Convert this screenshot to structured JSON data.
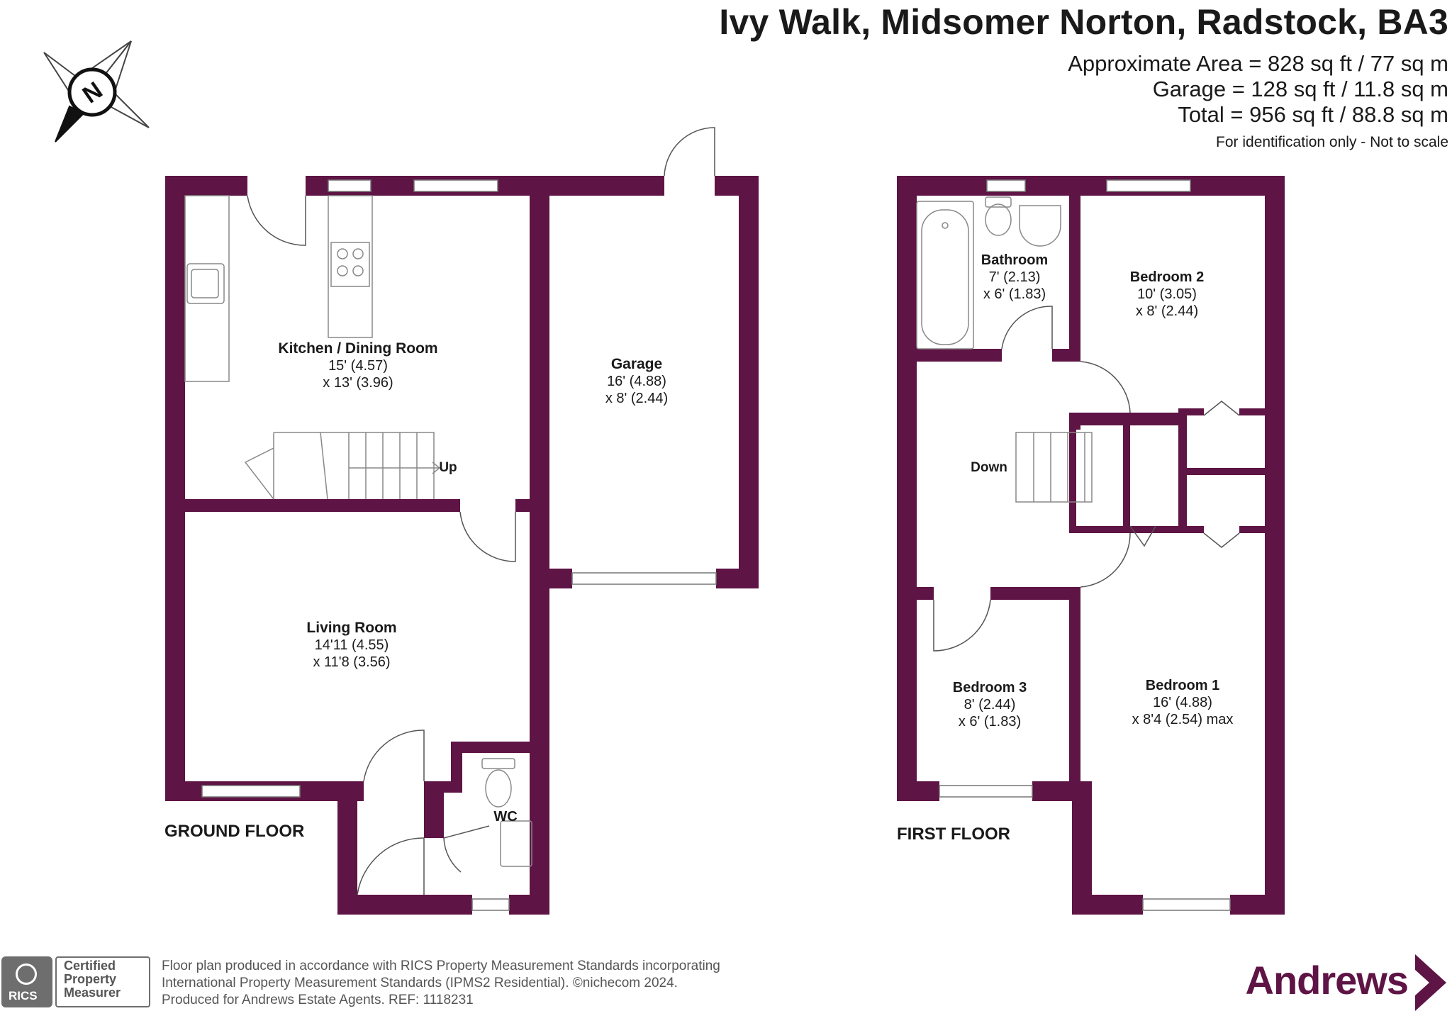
{
  "title": "Ivy Walk, Midsomer Norton, Radstock, BA3",
  "areas": {
    "approximate": "Approximate Area = 828 sq ft / 77 sq m",
    "garage": "Garage = 128 sq ft / 11.8 sq m",
    "total": "Total = 956 sq ft / 88.8 sq m",
    "note": "For identification only - Not to scale"
  },
  "compass": {
    "label": "N",
    "icon": "compass-north-icon"
  },
  "colors": {
    "wall": "#5e1444",
    "window": "#ffffff",
    "fixture": "#888888",
    "text": "#1a1a1a"
  },
  "ground_floor": {
    "label": "GROUND FLOOR",
    "rooms": [
      {
        "name": "Kitchen / Dining Room",
        "dim1": "15' (4.57)",
        "dim2": "x 13' (3.96)"
      },
      {
        "name": "Garage",
        "dim1": "16' (4.88)",
        "dim2": "x 8' (2.44)"
      },
      {
        "name": "Living Room",
        "dim1": "14'11 (4.55)",
        "dim2": "x 11'8 (3.56)"
      },
      {
        "name": "WC"
      }
    ],
    "stair_label": "Up"
  },
  "first_floor": {
    "label": "FIRST FLOOR",
    "rooms": [
      {
        "name": "Bathroom",
        "dim1": "7' (2.13)",
        "dim2": "x 6' (1.83)"
      },
      {
        "name": "Bedroom 2",
        "dim1": "10' (3.05)",
        "dim2": "x 8' (2.44)"
      },
      {
        "name": "Bedroom 3",
        "dim1": "8' (2.44)",
        "dim2": "x 6' (1.83)"
      },
      {
        "name": "Bedroom 1",
        "dim1": "16' (4.88)",
        "dim2": "x 8'4 (2.54) max"
      }
    ],
    "stair_label": "Down"
  },
  "footer": {
    "line1": "Floor plan produced in accordance with RICS Property Measurement Standards incorporating",
    "line2": "International Property Measurement Standards (IPMS2 Residential).  ©nichecom 2024.",
    "line3": "Produced for Andrews Estate Agents.   REF:  1118231",
    "rics_badge": "RICS",
    "cert_line1": "Certified",
    "cert_line2": "Property",
    "cert_line3": "Measurer",
    "brand": "Andrews"
  }
}
